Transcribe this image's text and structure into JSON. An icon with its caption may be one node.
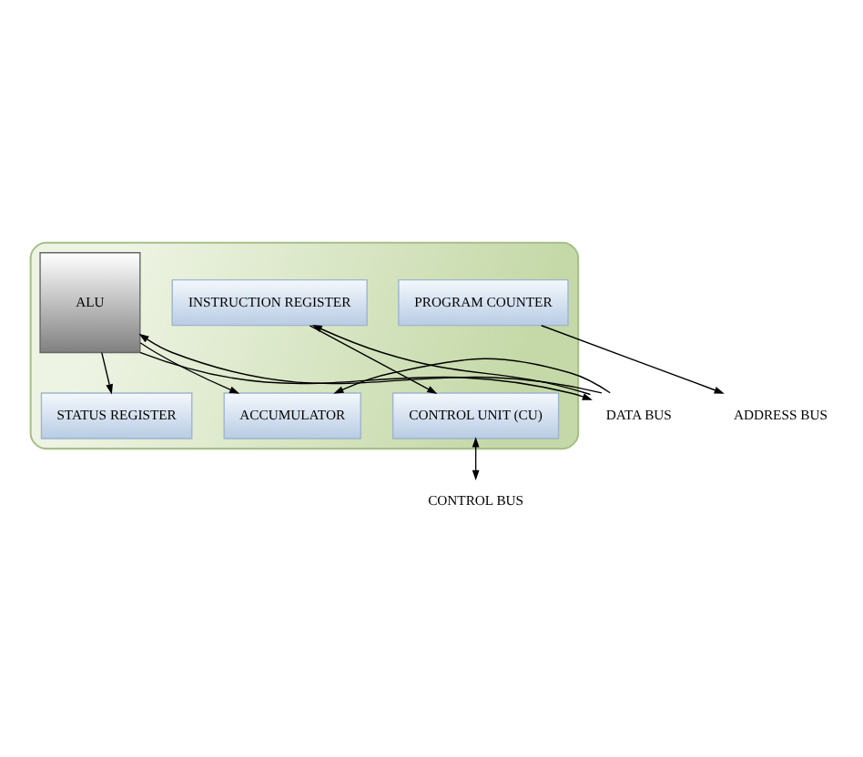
{
  "diagram": {
    "nodes": [
      {
        "text": [],
        "shape": "box"
      },
      {
        "text": [
          "INSTRUCTION REGISTER"
        ],
        "in": 0
      },
      {
        "text": [
          "ACCUMULATOR"
        ],
        "in": 0
      },
      {
        "text": [
          "CONTROL UNIT (CU)"
        ],
        "in": 0
      },
      {
        "text": [
          "ALU"
        ],
        "in": 0
      },
      {
        "text": [
          "STATUS REGISTER"
        ],
        "in": 0
      },
      {
        "text": [
          "PROGRAM COUNTER"
        ],
        "in": 0
      },
      {
        "text": [
          "CONTROL BUS"
        ]
      },
      {
        "text": [
          "DATA BUS"
        ]
      },
      {
        "text": [
          "ADDRESS BUS"
        ]
      }
    ],
    "edges": [
      {
        "from": 8,
        "to": 1,
        "arrow": "to"
      },
      {
        "from": 8,
        "to": 2,
        "arrow": "to"
      },
      {
        "from": 8,
        "to": 4,
        "arrow": "to"
      },
      {
        "from": 4,
        "to": 2,
        "arrow": "to"
      },
      {
        "from": 4,
        "to": 8,
        "arrow": "to"
      },
      {
        "from": 1,
        "to": 3,
        "arrow": "to"
      },
      {
        "from": 3,
        "to": 7,
        "arrow": "both"
      },
      {
        "from": 4,
        "to": 5,
        "arrow": "to"
      },
      {
        "from": 6,
        "to": 9,
        "arrow": "to"
      }
    ]
  }
}
